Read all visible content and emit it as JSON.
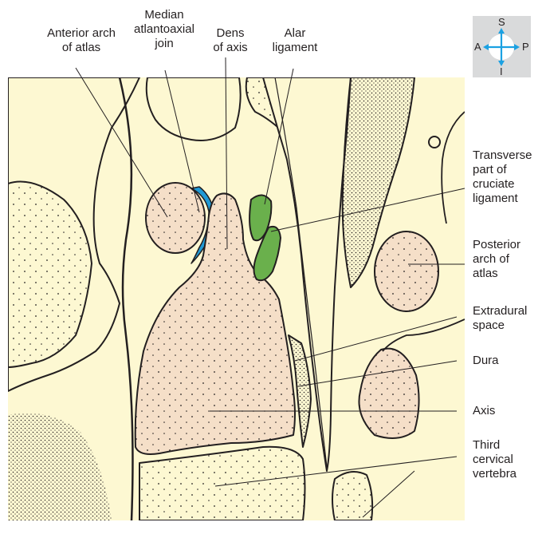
{
  "labels": {
    "anterior_arch": "Anterior arch\nof atlas",
    "median_joint": "Median\natlantoaxial\njoin",
    "dens": "Dens\nof axis",
    "alar": "Alar\nligament",
    "transverse": "Transverse\npart of\ncruciate\nligament",
    "posterior_arch": "Posterior\narch of\natlas",
    "extradural": "Extradural\nspace",
    "dura": "Dura",
    "axis": "Axis",
    "third_cervical": "Third\ncervical\nvertebra"
  },
  "compass": {
    "top": "S",
    "left": "A",
    "right": "P",
    "bottom": "I",
    "arrow_color": "#1ba1e2"
  },
  "colors": {
    "background": "#fdf8d2",
    "bone": "#f5dfc8",
    "joint": "#1f9ad6",
    "ligament": "#6ab04c",
    "outline": "#231f20"
  }
}
